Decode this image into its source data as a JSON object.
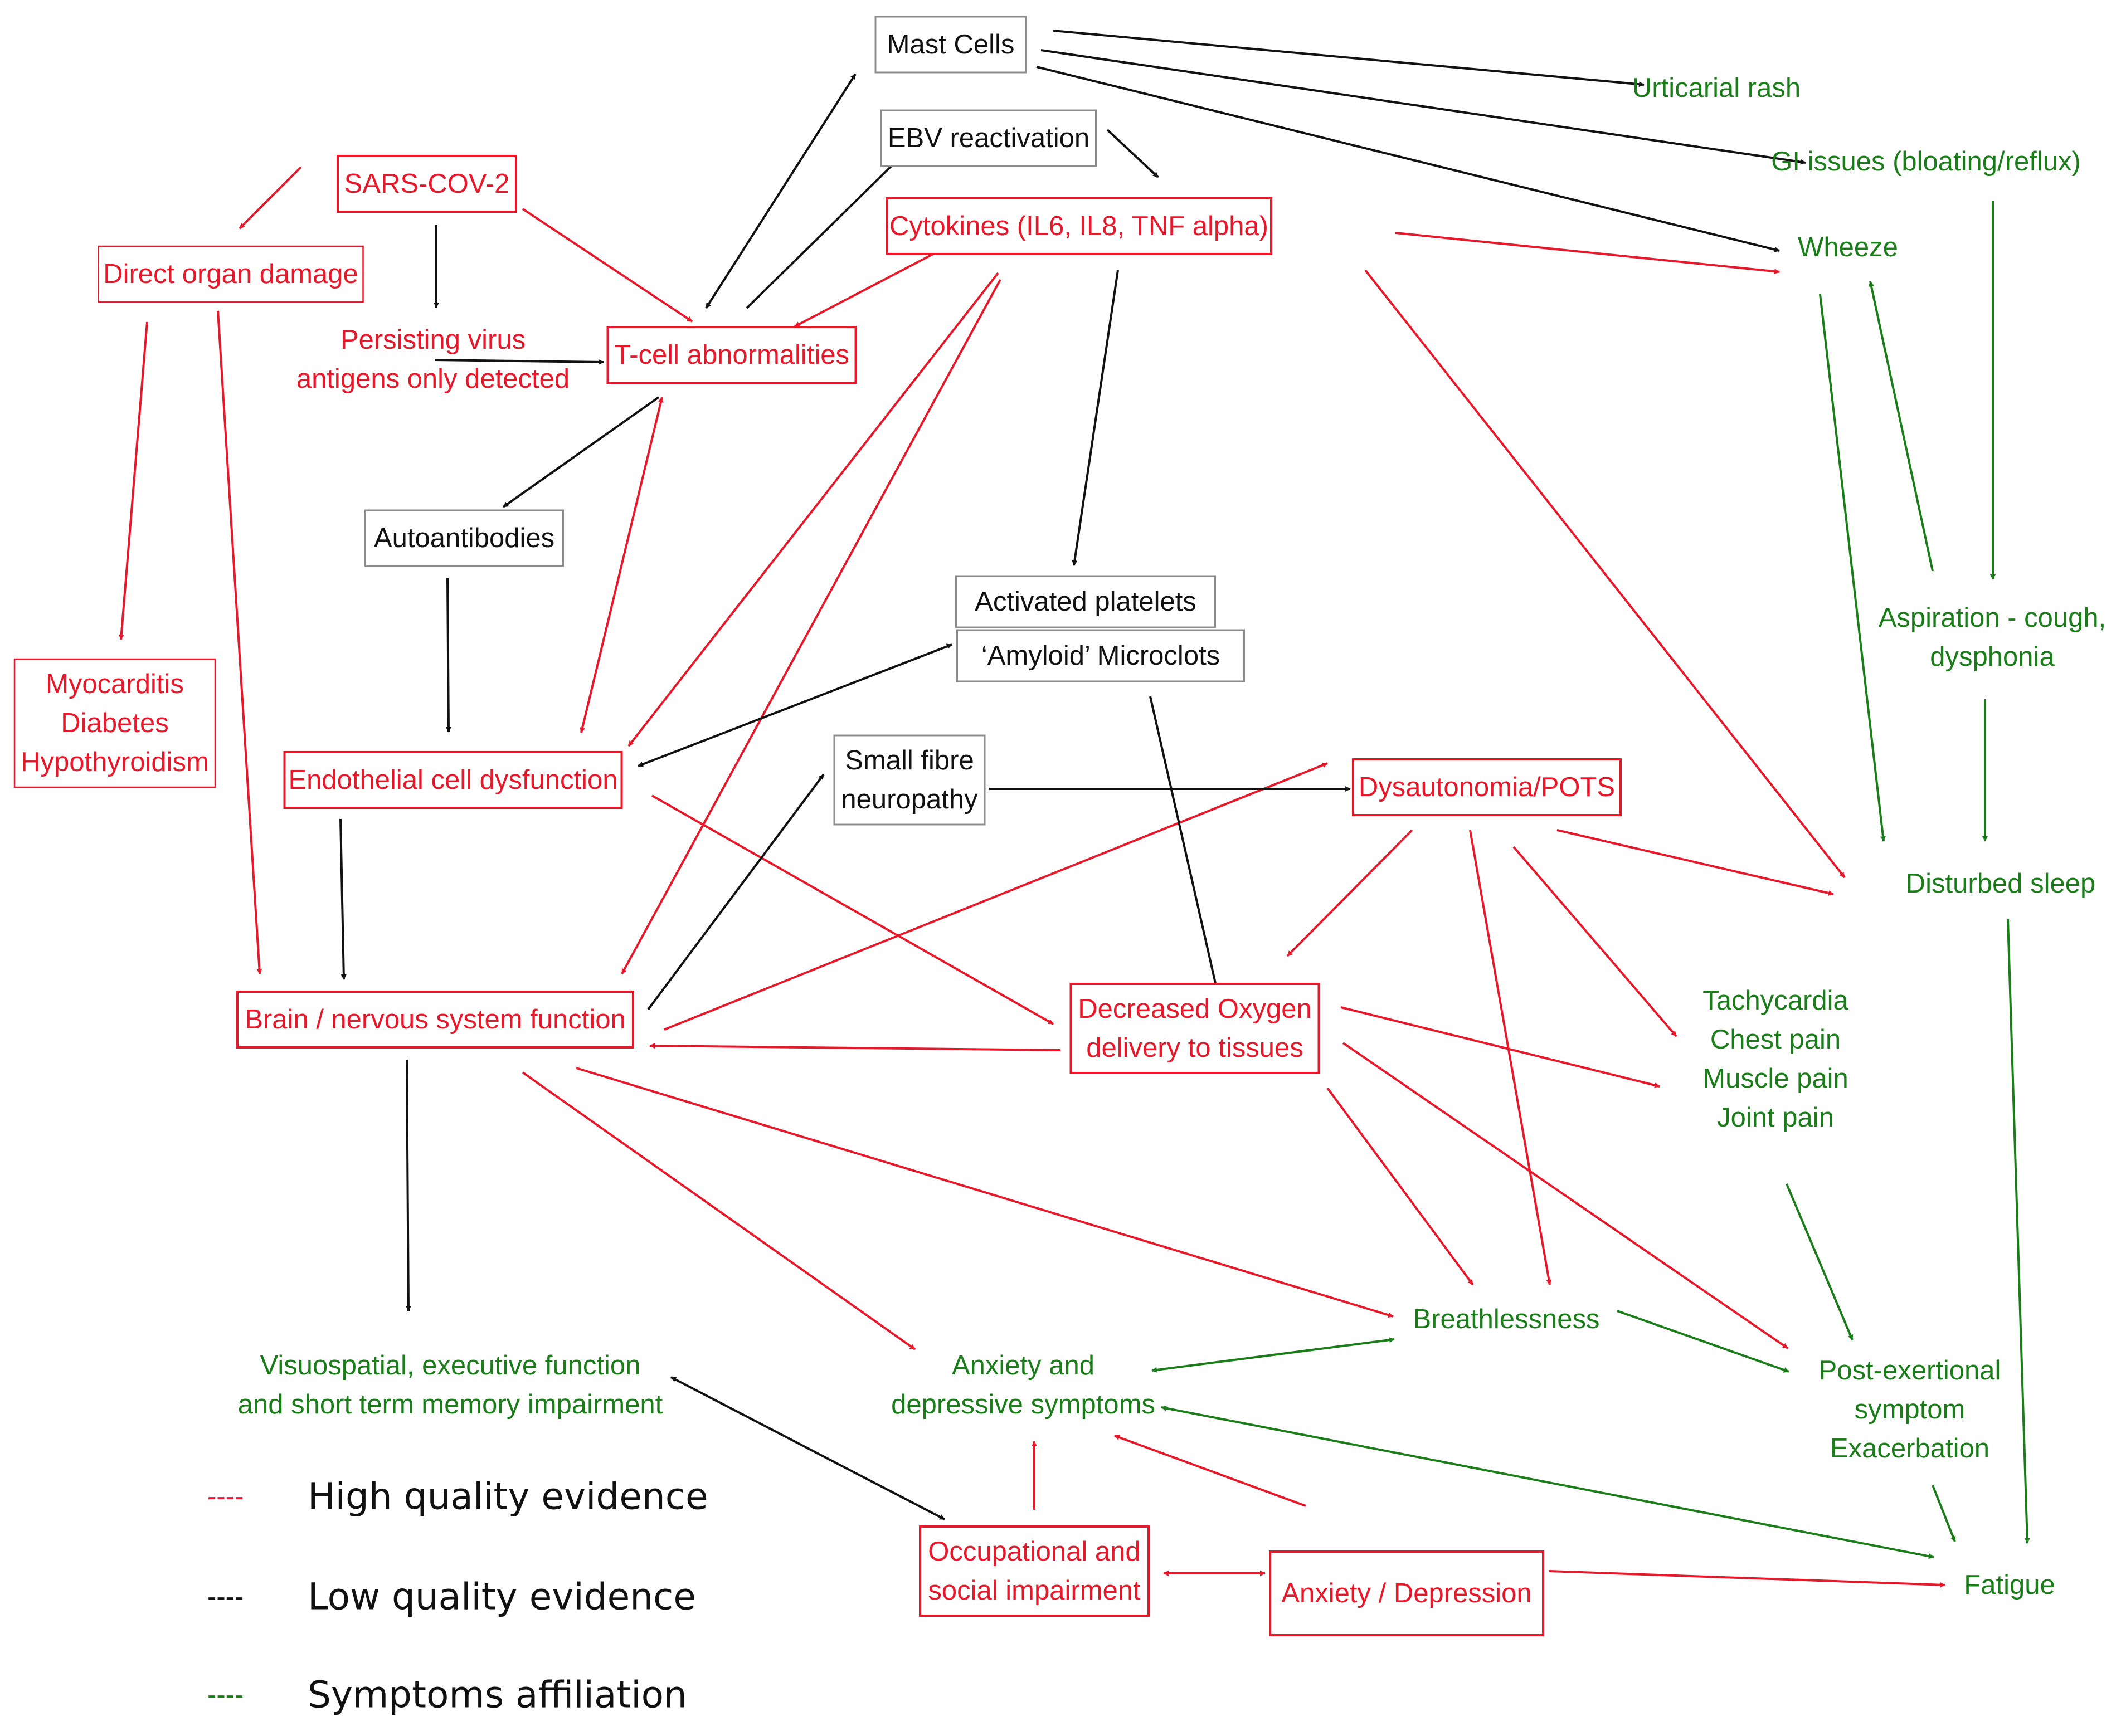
{
  "colors": {
    "high": "#e8182b",
    "low": "#111111",
    "symptom": "#1a7d1a",
    "gray_border": "#8c8c8c"
  },
  "nodes": {
    "sars_cov_2": {
      "lines": [
        "SARS-COV-2"
      ]
    },
    "direct_organ_damage": {
      "lines": [
        "Direct organ damage"
      ]
    },
    "persisting_virus": {
      "lines": [
        "Persisting  virus",
        "antigens only  detected"
      ]
    },
    "t_cell": {
      "lines": [
        "T-cell abnormalities"
      ]
    },
    "mast_cells": {
      "lines": [
        "Mast Cells"
      ]
    },
    "ebv": {
      "lines": [
        "EBV reactivation"
      ]
    },
    "cytokines": {
      "lines": [
        "Cytokines (IL6, IL8, TNF alpha)"
      ]
    },
    "urticarial_rash": {
      "lines": [
        "Urticarial rash"
      ]
    },
    "gi_issues": {
      "lines": [
        "GI issues (bloating/reflux)"
      ]
    },
    "wheeze": {
      "lines": [
        "Wheeze"
      ]
    },
    "autoantibodies": {
      "lines": [
        "Autoantibodies"
      ]
    },
    "myocarditis": {
      "lines": [
        "Myocarditis",
        "Diabetes",
        "Hypothyroidism"
      ]
    },
    "activated_platelets": {
      "lines": [
        "Activated platelets"
      ]
    },
    "amyloid_microclots": {
      "lines": [
        "‘Amyloid’ Microclots"
      ]
    },
    "aspiration": {
      "lines": [
        "Aspiration - cough,",
        "dysphonia"
      ]
    },
    "endothelial": {
      "lines": [
        "Endothelial cell dysfunction"
      ]
    },
    "small_fibre": {
      "lines": [
        "Small fibre",
        "neuropathy"
      ]
    },
    "dysautonomia": {
      "lines": [
        "Dysautonomia/POTS"
      ]
    },
    "disturbed_sleep": {
      "lines": [
        "Disturbed sleep"
      ]
    },
    "brain": {
      "lines": [
        "Brain / nervous system function"
      ]
    },
    "decreased_oxygen": {
      "lines": [
        "Decreased Oxygen",
        "delivery to tissues"
      ]
    },
    "tachycardia": {
      "lines": [
        "Tachycardia",
        "Chest pain",
        "Muscle pain",
        "Joint pain"
      ]
    },
    "breathlessness": {
      "lines": [
        "Breathlessness"
      ]
    },
    "visuospatial": {
      "lines": [
        "Visuospatial, executive function",
        "and short term memory impairment"
      ]
    },
    "anxiety_symptoms": {
      "lines": [
        "Anxiety and",
        "depressive symptoms"
      ]
    },
    "post_exertional": {
      "lines": [
        "Post-exertional",
        "symptom",
        "Exacerbation"
      ]
    },
    "occupational": {
      "lines": [
        "Occupational and",
        "social impairment"
      ]
    },
    "anxiety_depression": {
      "lines": [
        "Anxiety / Depression"
      ]
    },
    "fatigue": {
      "lines": [
        "Fatigue"
      ]
    }
  },
  "legend": [
    {
      "key": "high",
      "dash": "----",
      "label": "High quality evidence"
    },
    {
      "key": "low",
      "dash": "----",
      "label": "Low quality evidence"
    },
    {
      "key": "symptom",
      "dash": "----",
      "label": "Symptoms affiliation"
    }
  ]
}
